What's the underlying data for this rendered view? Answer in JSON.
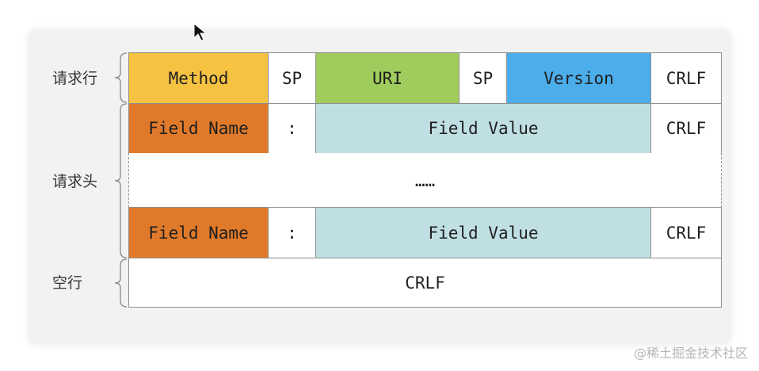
{
  "labels": {
    "request_line": "请求行",
    "request_header": "请求头",
    "blank_line": "空行"
  },
  "request_line": {
    "method": "Method",
    "sp1": "SP",
    "uri": "URI",
    "sp2": "SP",
    "version": "Version",
    "crlf": "CRLF"
  },
  "header_row_1": {
    "field_name": "Field Name",
    "colon": ":",
    "field_value": "Field Value",
    "crlf": "CRLF"
  },
  "ellipsis": "……",
  "header_row_2": {
    "field_name": "Field Name",
    "colon": ":",
    "field_value": "Field Value",
    "crlf": "CRLF"
  },
  "blank_line_crlf": "CRLF",
  "watermark": "@稀土掘金技术社区",
  "colors": {
    "method": "#f5c242",
    "uri": "#9fcc5c",
    "version": "#4badea",
    "field_name": "#e07a2a",
    "field_value": "#bfdfe3"
  }
}
